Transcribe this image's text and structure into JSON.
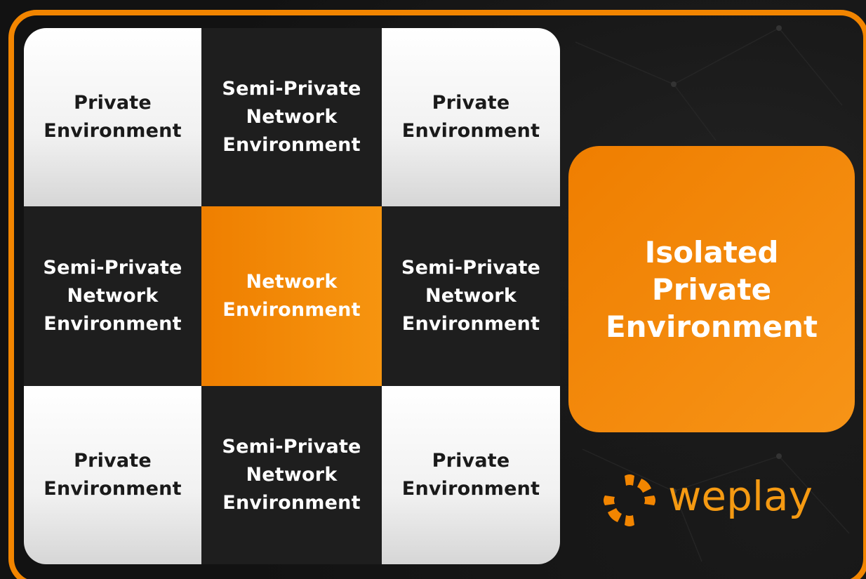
{
  "grid": {
    "cells": [
      {
        "label": "Private\nEnvironment",
        "tone": "light"
      },
      {
        "label": "Semi-Private\nNetwork\nEnvironment",
        "tone": "dark"
      },
      {
        "label": "Private\nEnvironment",
        "tone": "light"
      },
      {
        "label": "Semi-Private\nNetwork\nEnvironment",
        "tone": "dark"
      },
      {
        "label": "Network\nEnvironment",
        "tone": "orange"
      },
      {
        "label": "Semi-Private\nNetwork\nEnvironment",
        "tone": "dark"
      },
      {
        "label": "Private\nEnvironment",
        "tone": "light"
      },
      {
        "label": "Semi-Private\nNetwork\nEnvironment",
        "tone": "dark"
      },
      {
        "label": "Private\nEnvironment",
        "tone": "light"
      }
    ]
  },
  "isolated": {
    "label": "Isolated\nPrivate\nEnvironment"
  },
  "logo": {
    "text": "weplay",
    "icon": "weplay-logo-icon"
  },
  "colors": {
    "accent": "#f28500",
    "light_cell": "#ffffff",
    "dark_cell": "#1e1e1e",
    "background": "#121212"
  }
}
